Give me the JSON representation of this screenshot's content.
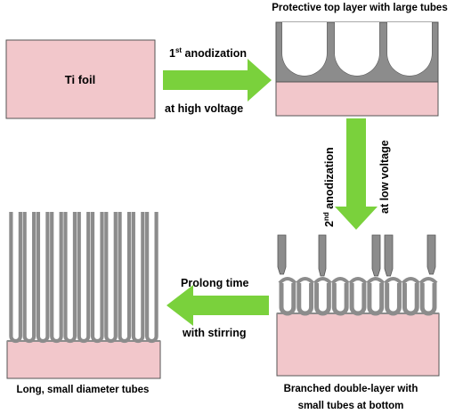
{
  "step1": {
    "input_label": "Ti foil",
    "arrow_label_line1_main": "1",
    "arrow_label_line1_sup": "st",
    "arrow_label_line1_rest": " anodization",
    "arrow_label_line2": "at high voltage",
    "result_caption": "Protective top layer with large tubes"
  },
  "step2": {
    "arrow_label_line1_main": "2",
    "arrow_label_line1_sup": "nd",
    "arrow_label_line1_rest": " anodization",
    "arrow_label_line2": "at low voltage",
    "result_caption_line1": "Branched double-layer with",
    "result_caption_line2": "small tubes at bottom"
  },
  "step3": {
    "arrow_label_line1": "Prolong time",
    "arrow_label_line2": "with stirring",
    "result_caption": "Long, small diameter tubes"
  },
  "colors": {
    "ti_substrate": "#f2c7cb",
    "oxide_tube": "#8c8c8c",
    "arrow": "#7ad13c",
    "outline": "#555555"
  }
}
